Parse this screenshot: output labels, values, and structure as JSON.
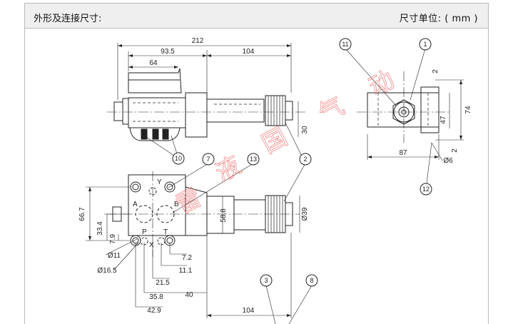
{
  "header": {
    "title": "外形及连接尺寸:",
    "unit": "尺寸单位: ( mm )"
  },
  "dims": {
    "total_length": "212",
    "d93_5": "93.5",
    "d104_top": "104",
    "d64": "64",
    "d30": "30",
    "d2a": "2",
    "d74": "74",
    "d47": "47",
    "d2b": "2",
    "d87": "87",
    "d6": "Ø6",
    "d66_7": "66.7",
    "d33_4": "33.4",
    "d7_9": "7.9",
    "d58_8": "58.8",
    "d39": "Ø39",
    "d11": "Ø11",
    "d16_5": "Ø16.5",
    "d7_2": "7.2",
    "d11_1": "11.1",
    "d21_5": "21.5",
    "d35_8": "35.8",
    "d40": "40",
    "d42_9": "42.9",
    "d104_bottom": "104"
  },
  "ports": {
    "a": "A",
    "b": "B",
    "p": "P",
    "t": "T",
    "x": "X",
    "y": "Y"
  },
  "balloons": [
    "11",
    "1",
    "10",
    "7",
    "13",
    "2",
    "12",
    "3",
    "8"
  ],
  "watermark": [
    "雷",
    "液",
    "国",
    "气",
    "动"
  ]
}
